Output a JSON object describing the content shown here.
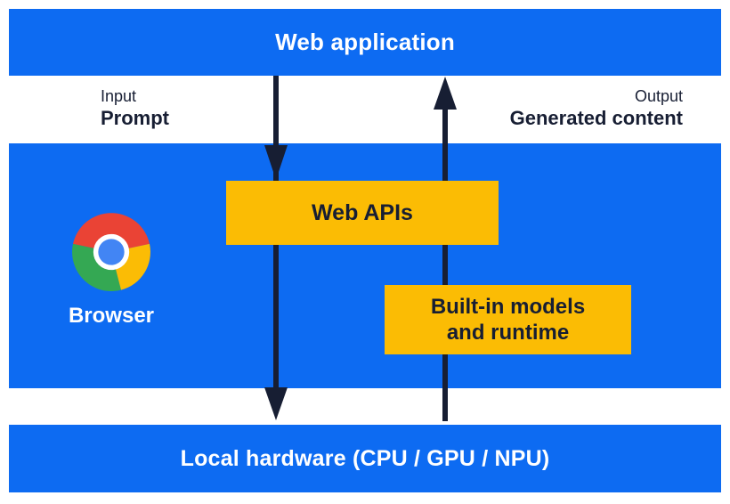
{
  "layers": {
    "web_application": "Web application",
    "local_hardware": "Local hardware (CPU / GPU / NPU)"
  },
  "io": {
    "input_caption": "Input",
    "input_label": "Prompt",
    "output_caption": "Output",
    "output_label": "Generated content"
  },
  "browser": {
    "label": "Browser",
    "web_apis": "Web APIs",
    "builtin_line1": "Built-in models",
    "builtin_line2": "and runtime"
  },
  "icons": {
    "chrome_logo": "chrome-browser-icon",
    "down_arrow": "input-flow-arrow",
    "up_arrow": "output-flow-arrow"
  },
  "colors": {
    "background_blue": "#0D6BF2",
    "box_yellow": "#FBBC04",
    "arrow_text_dark": "#171E33",
    "text_white": "#FFFFFF",
    "chrome_red": "#EA4335",
    "chrome_green": "#34A853",
    "chrome_yellow": "#FBBC05",
    "chrome_blue": "#4285F4"
  }
}
